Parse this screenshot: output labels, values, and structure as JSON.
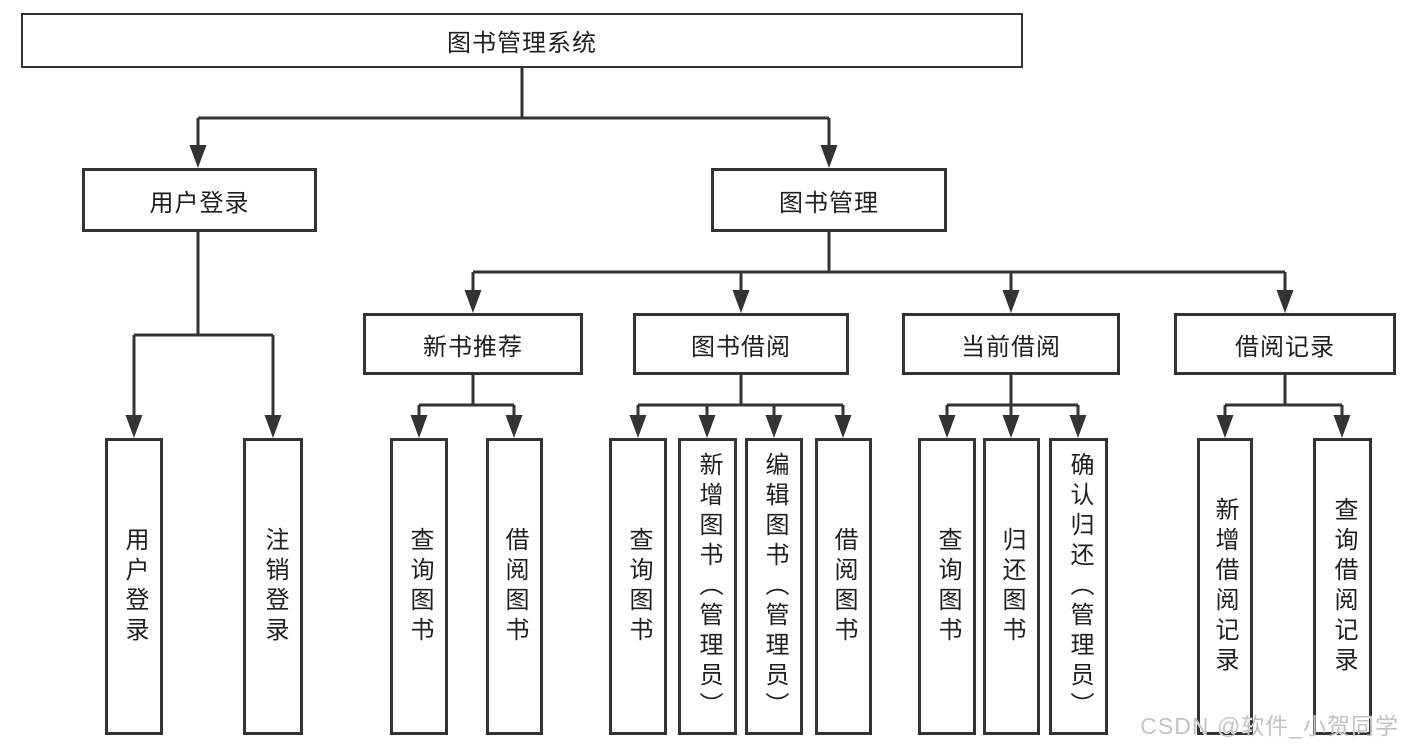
{
  "colors": {
    "line": "#333333",
    "text": "#1f1f1f",
    "background": "#ffffff",
    "watermark": "#c3c3c3"
  },
  "watermark": "CSDN @软件_小贺同学",
  "tree": {
    "root": "图书管理系统",
    "groups": [
      {
        "label": "用户登录",
        "leaves": [
          "用户登录",
          "注销登录"
        ]
      },
      {
        "label": "图书管理",
        "sections": [
          {
            "label": "新书推荐",
            "leaves": [
              "查询图书",
              "借阅图书"
            ]
          },
          {
            "label": "图书借阅",
            "leaves": [
              "查询图书",
              "新增图书（管理员）",
              "编辑图书（管理员）",
              "借阅图书"
            ]
          },
          {
            "label": "当前借阅",
            "leaves": [
              "查询图书",
              "归还图书",
              "确认归还（管理员）"
            ]
          },
          {
            "label": "借阅记录",
            "leaves": [
              "新增借阅记录",
              "查询借阅记录"
            ]
          }
        ]
      }
    ]
  }
}
